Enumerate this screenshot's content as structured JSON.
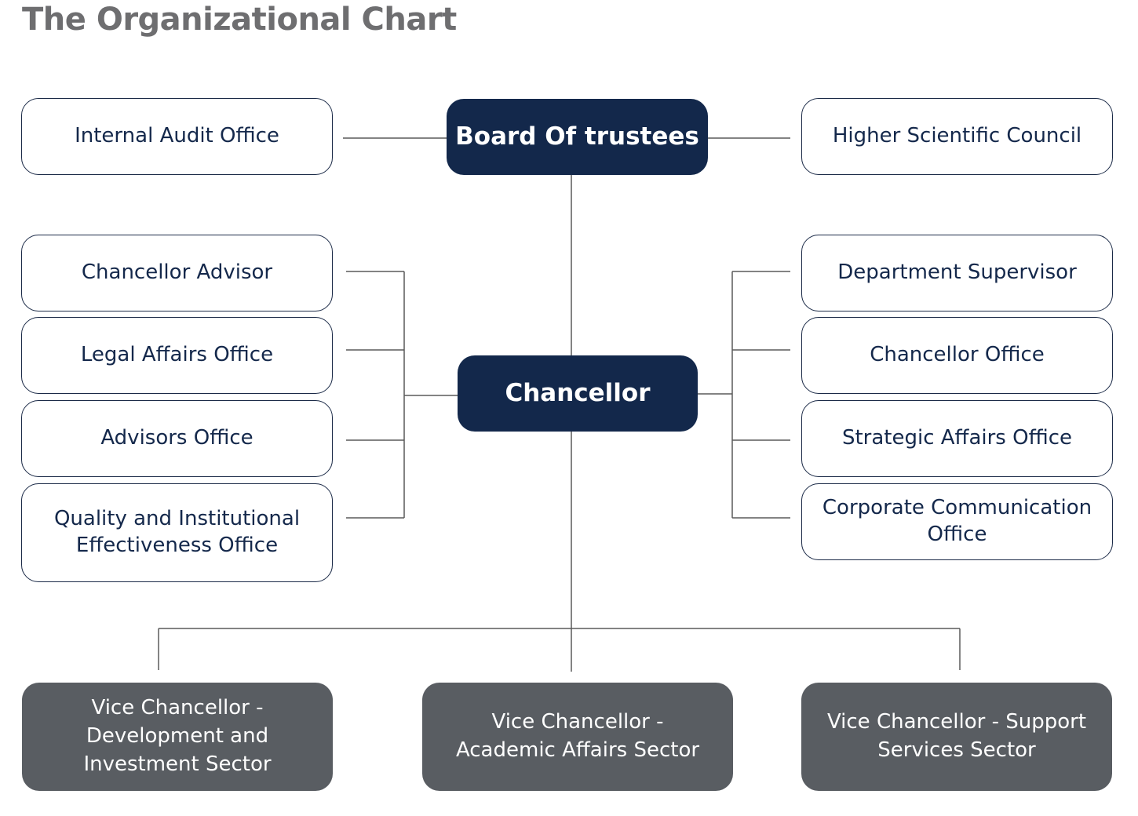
{
  "title": "The Organizational Chart",
  "colors": {
    "navy": "#13284b",
    "grey": "#595d62",
    "line": "#5a5a5a",
    "title": "#6e6e70"
  },
  "top_nodes": {
    "board": "Board Of trustees",
    "internal_audit": "Internal Audit Office",
    "higher_council": "Higher Scientific Council"
  },
  "chancellor": "Chancellor",
  "left_offices": [
    "Chancellor Advisor",
    "Legal Affairs Office",
    "Advisors Office",
    "Quality and Institutional Effectiveness Office"
  ],
  "right_offices": [
    "Department Supervisor",
    "Chancellor Office",
    "Strategic Affairs Office",
    "Corporate Communication Office"
  ],
  "vice_chancellors": [
    "Vice Chancellor - Development and Investment Sector",
    "Vice Chancellor - Academic Affairs Sector",
    "Vice Chancellor - Support Services Sector"
  ]
}
